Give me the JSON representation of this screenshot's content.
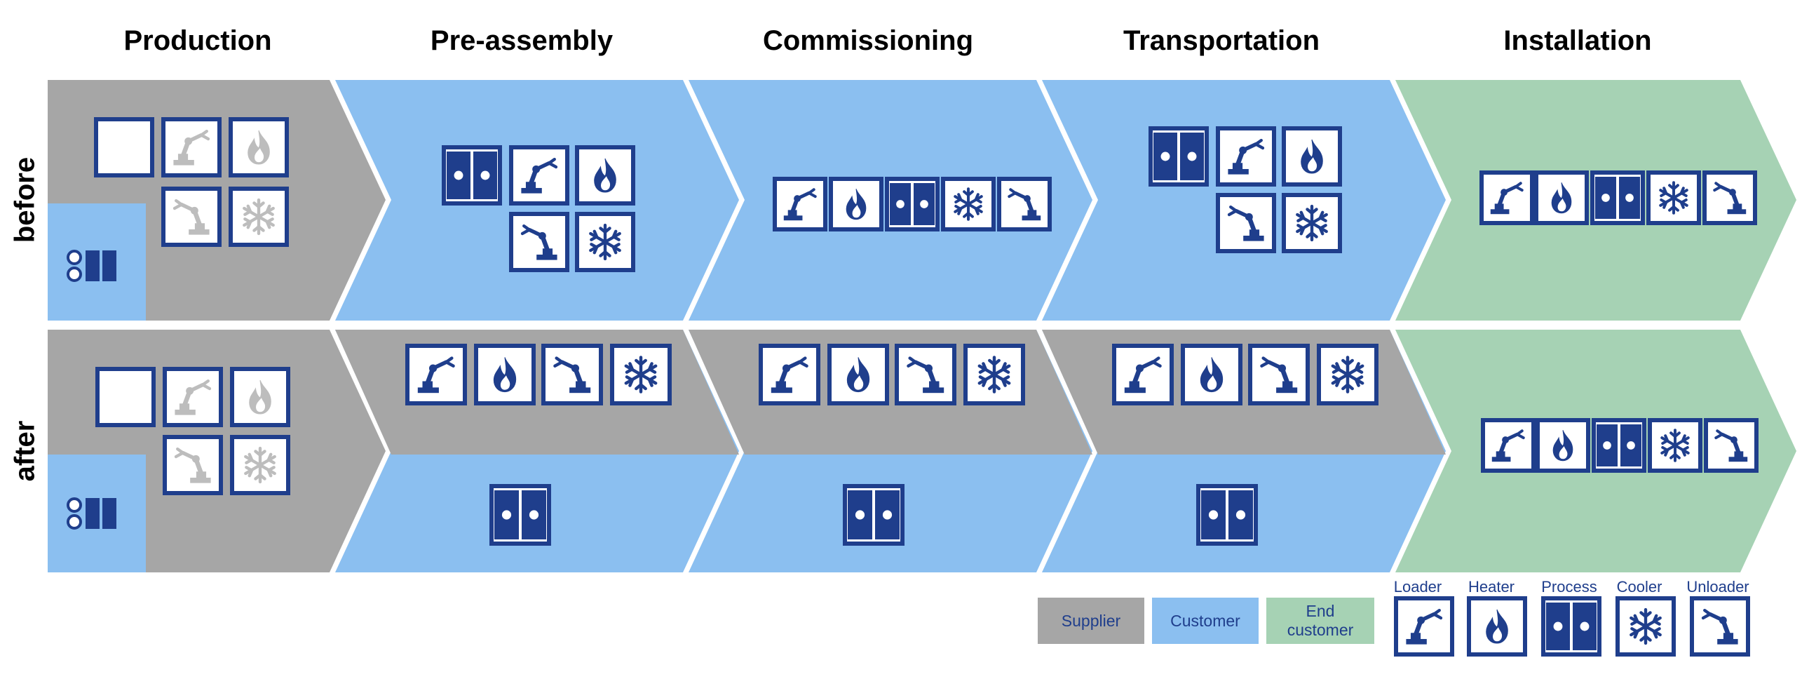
{
  "stages": [
    "Production",
    "Pre-assembly",
    "Commissioning",
    "Transportation",
    "Installation"
  ],
  "rows": [
    "before",
    "after"
  ],
  "colors": {
    "supplier": "#a6a6a6",
    "customer": "#8bbff0",
    "end_customer": "#a6d2b4",
    "icon_blue": "#1f3e8c",
    "icon_faded": "#bdbdbd"
  },
  "legend": {
    "areas": [
      {
        "label": "Supplier",
        "color": "#a6a6a6"
      },
      {
        "label": "Customer",
        "color": "#8bbff0"
      },
      {
        "label": "End customer",
        "color": "#a6d2b4"
      }
    ],
    "modules": [
      {
        "label": "Loader",
        "icon": "loader-robot-icon"
      },
      {
        "label": "Heater",
        "icon": "flame-icon"
      },
      {
        "label": "Process",
        "icon": "process-icon"
      },
      {
        "label": "Cooler",
        "icon": "snowflake-icon"
      },
      {
        "label": "Unloader",
        "icon": "unloader-robot-icon"
      }
    ]
  }
}
